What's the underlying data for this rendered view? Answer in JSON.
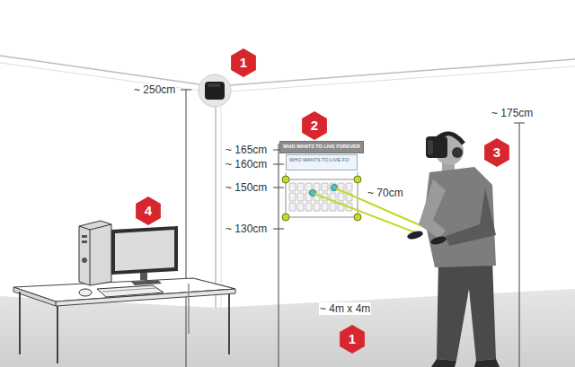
{
  "diagram": {
    "nodes": [
      {
        "text": [
          "WHO WANTS TO LIVE FOREVER"
        ]
      },
      {
        "text": [
          "WHO WANTS TO LIVE FO"
        ]
      }
    ],
    "labels": [
      "1",
      "~ 250cm",
      "2",
      "~ 165cm",
      "~ 160cm",
      "~ 150cm",
      "~ 130cm",
      "~ 70cm",
      "3",
      "~ 175cm",
      "4",
      "~ 4m x 4m",
      "1"
    ]
  }
}
